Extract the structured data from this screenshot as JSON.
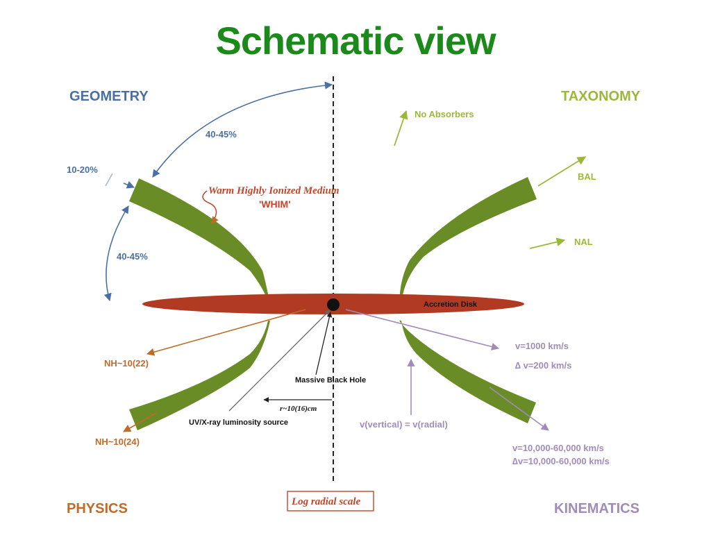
{
  "title": "Schematic view",
  "colors": {
    "title": "#1b8a1b",
    "geometry": "#4a6fa5",
    "taxonomy": "#9ab83a",
    "physics": "#c06a2a",
    "kinematics": "#a08cba",
    "wind": "#6a8c26",
    "disk": "#b03a22",
    "whim": "#c0462a"
  },
  "corners": {
    "geometry": "GEOMETRY",
    "taxonomy": "TAXONOMY",
    "physics": "PHYSICS",
    "kinematics": "KINEMATICS"
  },
  "geometry": {
    "angle_top": "40-45%",
    "angle_wind": "10-20%",
    "angle_low": "40-45%"
  },
  "whim": {
    "line1": "Warm Highly Ionized Medium",
    "line2": "'WHIM'"
  },
  "taxonomy": {
    "no_absorbers": "No Absorbers",
    "bal": "BAL",
    "nal": "NAL"
  },
  "components": {
    "accretion_disk": "Accretion Disk",
    "black_hole": "Massive Black Hole",
    "source": "UV/X-ray luminosity source",
    "radius": "r~10(16)cm",
    "log_scale": "Log radial scale"
  },
  "physics": {
    "nh_low": "NH~10(22)",
    "nh_high": "NH~10(24)"
  },
  "kinematics": {
    "v_narrow": "v=1000 km/s",
    "dv_narrow": "∆ v=200 km/s",
    "v_relation": "v(vertical) = v(radial)",
    "v_broad": "v=10,000-60,000 km/s",
    "dv_broad": "∆v=10,000-60,000 km/s"
  }
}
